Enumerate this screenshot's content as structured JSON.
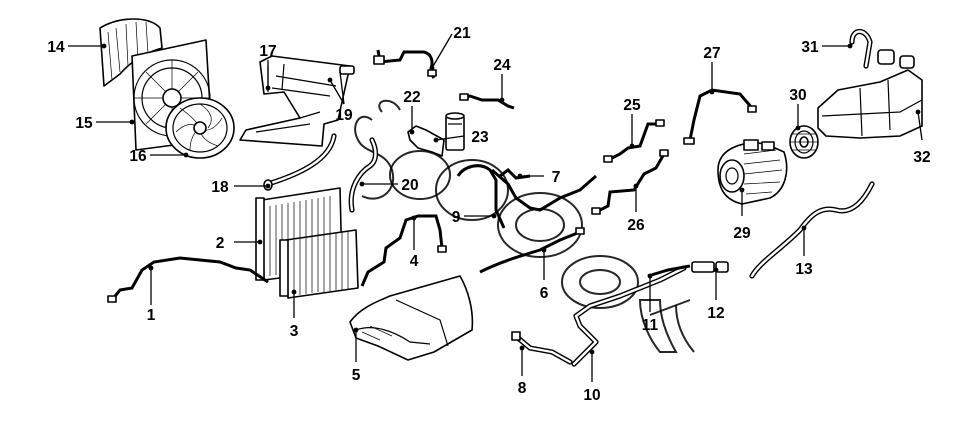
{
  "diagram": {
    "callouts": [
      "1",
      "2",
      "3",
      "4",
      "5",
      "6",
      "7",
      "8",
      "9",
      "10",
      "11",
      "12",
      "13",
      "14",
      "15",
      "16",
      "17",
      "18",
      "19",
      "20",
      "21",
      "22",
      "23",
      "24",
      "25",
      "26",
      "27",
      "29",
      "30",
      "31",
      "32"
    ]
  }
}
